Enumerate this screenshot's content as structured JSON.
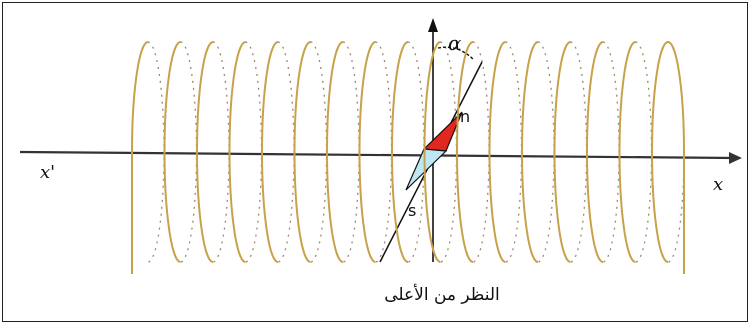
{
  "diagram": {
    "labels": {
      "axis_left": "x'",
      "axis_right": "x",
      "angle": "α",
      "north": "n",
      "south": "s",
      "caption": "النظر من الأعلى"
    },
    "colors": {
      "coil": "#c8a24a",
      "coil_dotted": "#9a8a6a",
      "axis": "#333333",
      "needle_north": "#e0281e",
      "needle_south": "#bfe6f2",
      "outline": "#111111"
    },
    "coil": {
      "turns": 17
    }
  }
}
